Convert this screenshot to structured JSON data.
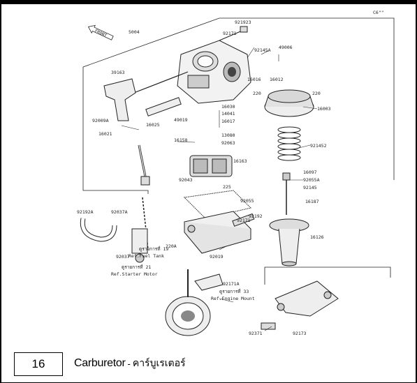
{
  "caption": {
    "number": "16",
    "title_en": "Carburetor",
    "separator": "-",
    "title_th": "คาร์บูเรเตอร์"
  },
  "diagram": {
    "corner_code": "C6\"\"",
    "front_label": "FRONT",
    "part_numbers": [
      "921923",
      "92171",
      "5004",
      "49006",
      "92145A",
      "16016",
      "16012",
      "39163",
      "220",
      "220",
      "16003",
      "92009A",
      "16030",
      "14041",
      "16021",
      "49019",
      "16017",
      "16025",
      "13080",
      "16158",
      "92063",
      "921452",
      "16163",
      "16097",
      "92043",
      "92055A",
      "92145",
      "225",
      "16187",
      "92055",
      "92192A",
      "92037A",
      "92171",
      "92192",
      "16126",
      "92037",
      "220A",
      "92019",
      "92171A",
      "92371",
      "92173"
    ],
    "refs": [
      {
        "line1": "ดูรายการที่ 19",
        "line2": "Ref.Fuel Tank"
      },
      {
        "line1": "ดูรายการที่ 21",
        "line2": "Ref.Starter Motor"
      },
      {
        "line1": "ดูรายการที่ 33",
        "line2": "Ref.Engine Mount"
      }
    ]
  }
}
